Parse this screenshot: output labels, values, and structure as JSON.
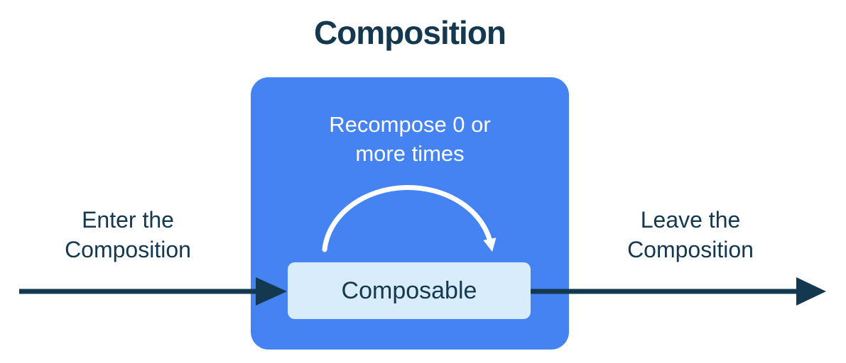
{
  "title": "Composition",
  "colors": {
    "navy": "#14384F",
    "blue": "#4583F2",
    "light_blue": "#D9ECFB",
    "white": "#FFFFFF"
  },
  "composition_box": {
    "recompose_label": "Recompose 0 or\nmore times",
    "composable_label": "Composable"
  },
  "labels": {
    "enter": "Enter the\nComposition",
    "leave": "Leave the\nComposition"
  },
  "icons": {
    "recompose_loop": "curved-loop-arrow",
    "enter_arrow": "right-arrow",
    "leave_arrow": "right-arrow"
  }
}
